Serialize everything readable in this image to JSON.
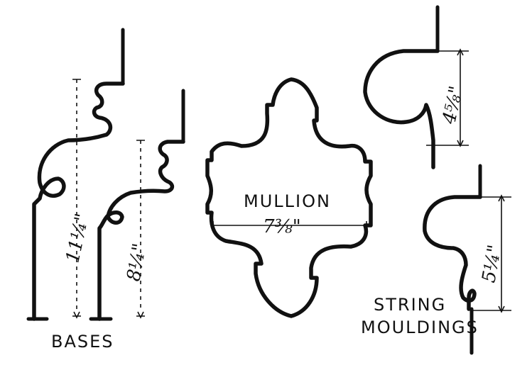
{
  "labels": {
    "bases": "BASES",
    "mullion": "MULLION",
    "string_line1": "STRING",
    "string_line2": "MOULDINGS"
  },
  "dimensions": {
    "base_large": "11¼\"",
    "base_small": "8¼\"",
    "mullion_width": "7⅜\"",
    "string_upper": "4⅝\"",
    "string_lower": "5¼\""
  }
}
